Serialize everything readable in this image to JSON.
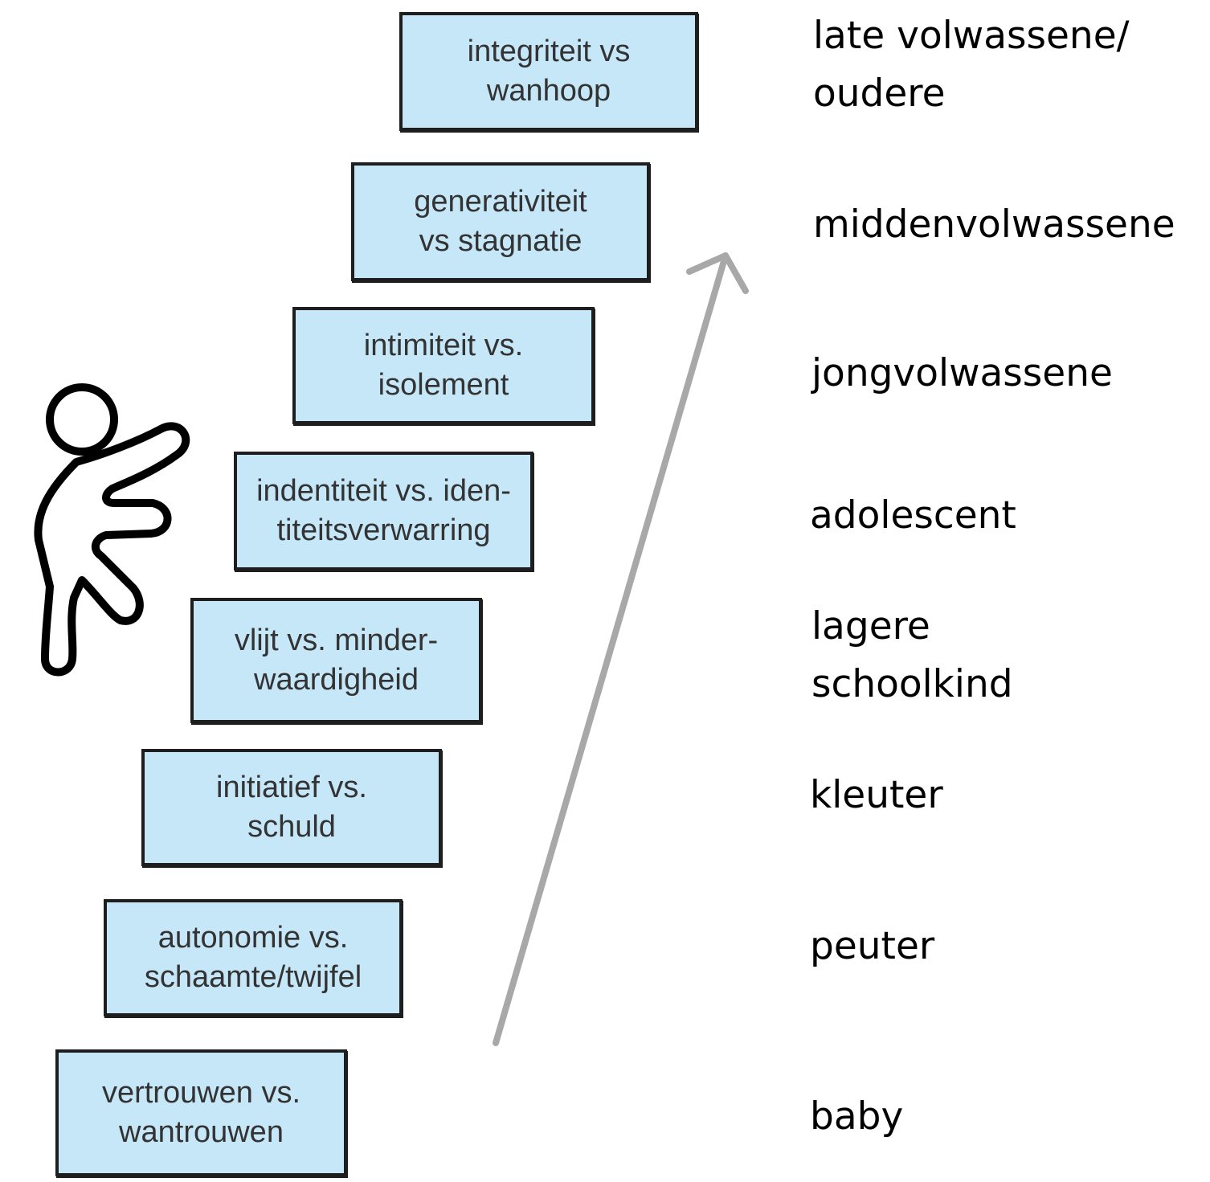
{
  "stages": [
    {
      "conflict_lines": [
        "integriteit vs",
        "wanhoop"
      ],
      "age_lines": [
        "late volwassene/",
        "oudere"
      ]
    },
    {
      "conflict_lines": [
        "generativiteit",
        "vs stagnatie"
      ],
      "age_lines": [
        "middenvolwassene"
      ]
    },
    {
      "conflict_lines": [
        "intimiteit vs.",
        "isolement"
      ],
      "age_lines": [
        "jongvolwassene"
      ]
    },
    {
      "conflict_lines": [
        "indentiteit vs. iden-",
        "titeitsverwarring"
      ],
      "age_lines": [
        "adolescent"
      ]
    },
    {
      "conflict_lines": [
        "vlijt vs. minder-",
        "waardigheid"
      ],
      "age_lines": [
        "lagere",
        "schoolkind"
      ]
    },
    {
      "conflict_lines": [
        "initiatief vs.",
        "schuld"
      ],
      "age_lines": [
        "kleuter"
      ]
    },
    {
      "conflict_lines": [
        "autonomie vs.",
        "schaamte/twijfel"
      ],
      "age_lines": [
        "peuter"
      ]
    },
    {
      "conflict_lines": [
        "vertrouwen vs.",
        "wantrouwen"
      ],
      "age_lines": [
        "baby"
      ]
    }
  ],
  "icons": {
    "figure": "climbing-person-icon",
    "arrow": "upward-arrow-icon"
  },
  "colors": {
    "box_fill": "#c5e7f8",
    "box_border": "#1e1e1e",
    "arrow": "#a8a8a8",
    "box_text": "#333333"
  }
}
